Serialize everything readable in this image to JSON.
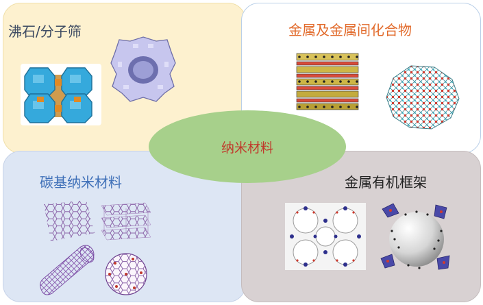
{
  "center": {
    "label": "纳米材料"
  },
  "quadrants": {
    "zeolite": {
      "title": "沸石/分子筛"
    },
    "metals": {
      "title": "金属及金属间化合物"
    },
    "carbon": {
      "title": "碳基纳米材料"
    },
    "mof": {
      "title": "金属有机框架"
    }
  }
}
